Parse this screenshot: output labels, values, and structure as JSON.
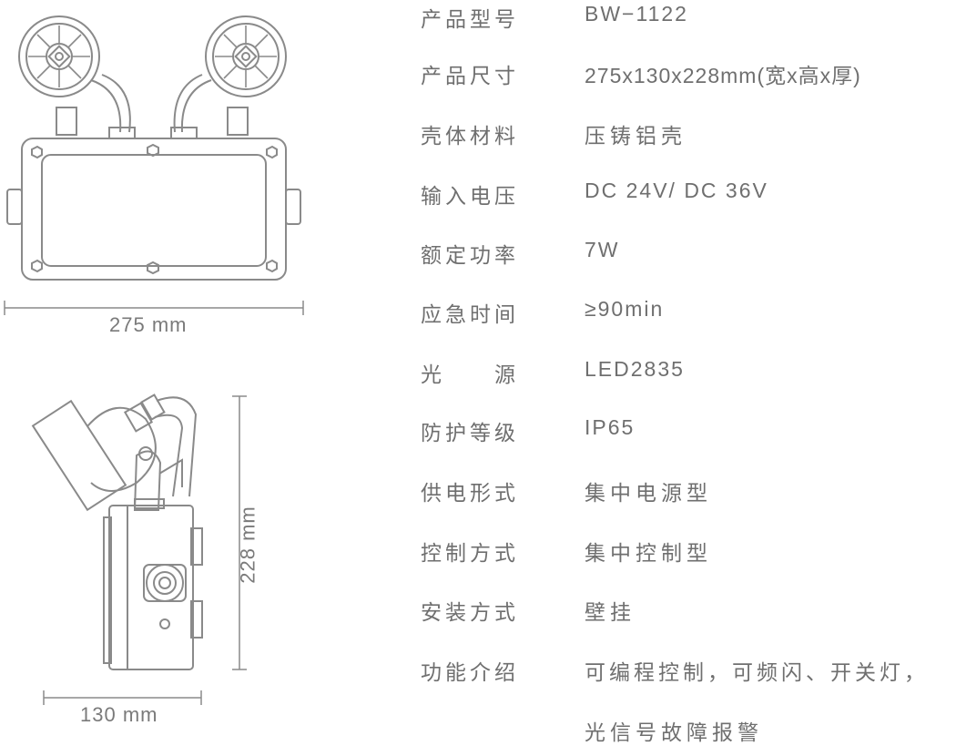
{
  "dimensions": {
    "front_width": "275 mm",
    "side_height": "228 mm",
    "side_depth": "130 mm"
  },
  "specs": [
    {
      "label": "产品型号",
      "value": "BW−1122"
    },
    {
      "label": "产品尺寸",
      "value": "275x130x228mm(宽x高x厚)"
    },
    {
      "label": "壳体材料",
      "value": "压铸铝壳"
    },
    {
      "label": "输入电压",
      "value": "DC 24V/ DC 36V"
    },
    {
      "label": "额定功率",
      "value": "7W"
    },
    {
      "label": "应急时间",
      "value": "≥90min"
    },
    {
      "label": "光　　源",
      "value": "LED2835"
    },
    {
      "label": "防护等级",
      "value": "IP65"
    },
    {
      "label": "供电形式",
      "value": "集中电源型"
    },
    {
      "label": "控制方式",
      "value": "集中控制型"
    },
    {
      "label": "安装方式",
      "value": "壁挂"
    },
    {
      "label": "功能介绍",
      "value": "可编程控制，可频闪、开关灯，",
      "value2": "光信号故障报警"
    }
  ]
}
